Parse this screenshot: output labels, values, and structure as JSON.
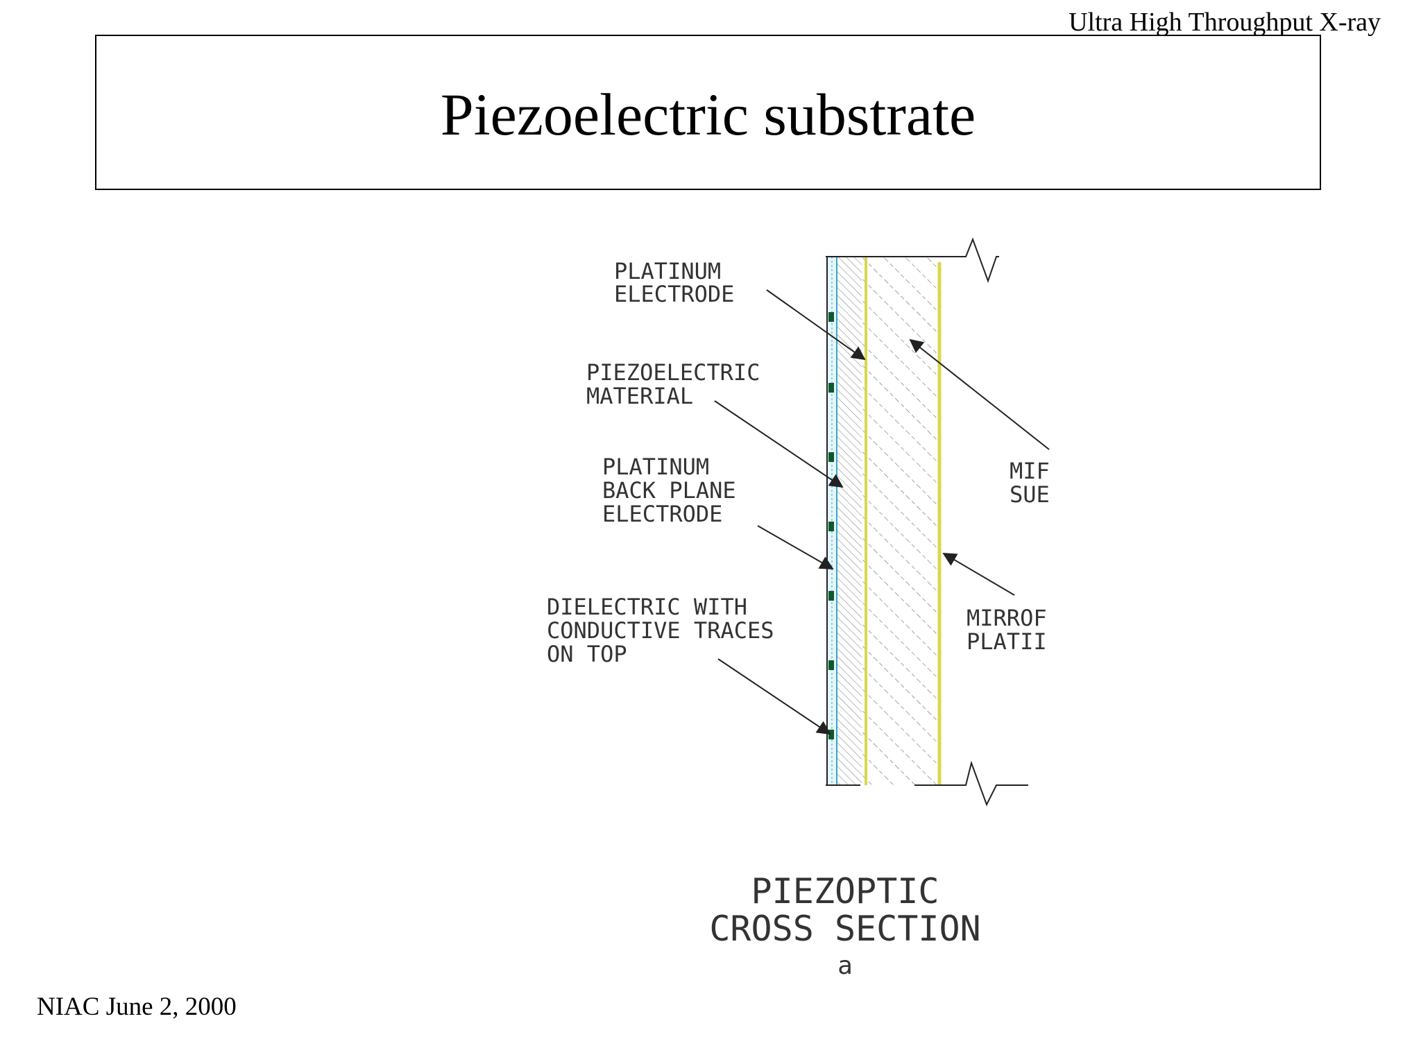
{
  "header": {
    "running_title": "Ultra High Throughput X-ray"
  },
  "slide": {
    "title": "Piezoelectric substrate"
  },
  "footer": {
    "date_label": "NIAC June 2, 2000"
  },
  "diagram": {
    "labels": {
      "platinum_electrode": [
        "PLATINUM",
        "ELECTRODE"
      ],
      "piezoelectric_material": [
        "PIEZOELECTRIC",
        "MATERIAL"
      ],
      "platinum_back_plane": [
        "PLATINUM",
        "BACK PLANE",
        "ELECTRODE"
      ],
      "dielectric": [
        "DIELECTRIC WITH",
        "CONDUCTIVE TRACES",
        "ON TOP"
      ],
      "mirror_substrate_clipped": [
        "MIF",
        "SUE"
      ],
      "mirror_plating_clipped": [
        "MIRROF",
        "PLATII"
      ]
    },
    "caption": [
      "PIEZOPTIC",
      "CROSS SECTION",
      "a"
    ],
    "colors": {
      "dielectric_layer": "#3aa6c8",
      "conductive_traces": "#0b5a2a",
      "electrode_lines": "#d8d84a",
      "hatch": "#555555",
      "label_text": "#333333"
    }
  }
}
